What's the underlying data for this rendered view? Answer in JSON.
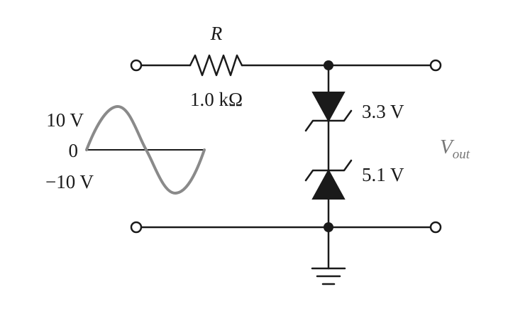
{
  "resistor": {
    "name": "R",
    "value": "1.0 kΩ"
  },
  "zener_top": {
    "voltage": "3.3 V"
  },
  "zener_bottom": {
    "voltage": "5.1 V"
  },
  "input_signal": {
    "peak_positive": "10 V",
    "zero": "0",
    "peak_negative": "−10 V"
  },
  "output": {
    "symbol": "V",
    "subscript": "out"
  }
}
